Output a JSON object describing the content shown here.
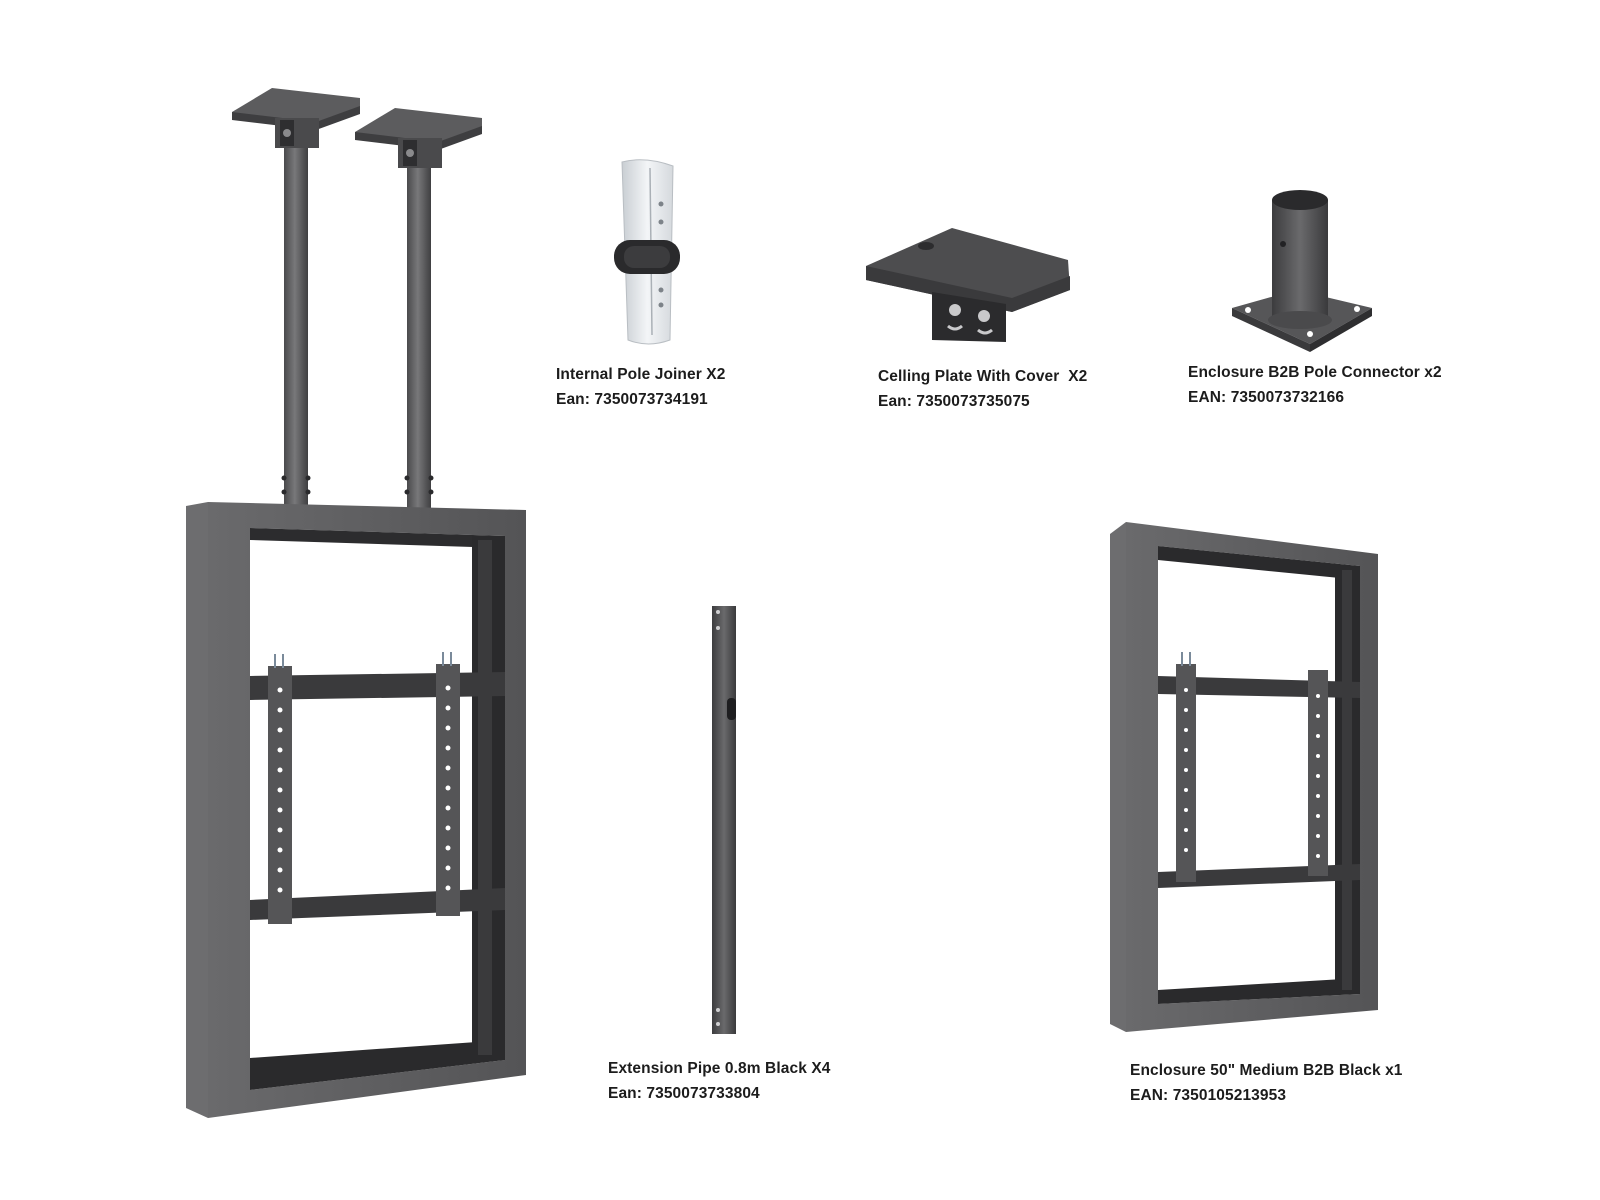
{
  "products": {
    "pole_joiner": {
      "name": "Internal Pole Joiner X2",
      "ean": "Ean: 7350073734191"
    },
    "ceiling_plate": {
      "name": "Celling Plate With Cover  X2",
      "ean": "Ean: 7350073735075"
    },
    "pole_connector": {
      "name": "Enclosure B2B Pole Connector x2",
      "ean": "EAN: 7350073732166"
    },
    "extension_pipe": {
      "name": "Extension Pipe 0.8m Black X4",
      "ean": "Ean: 7350073733804"
    },
    "enclosure": {
      "name": "Enclosure 50\" Medium B2B Black x1",
      "ean": "EAN: 7350105213953"
    }
  },
  "colors": {
    "frame_grey": "#5e5e60",
    "frame_dark": "#2a2a2c",
    "background": "#ffffff",
    "joiner_white": "#e8ecef"
  }
}
